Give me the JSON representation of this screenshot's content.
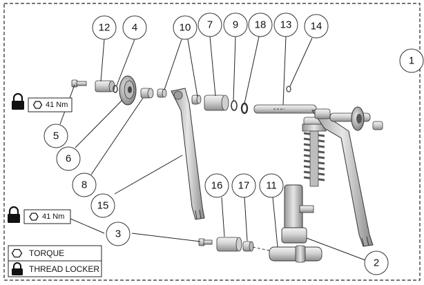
{
  "diagram": {
    "group_number": "1",
    "callouts": [
      "12",
      "4",
      "10",
      "7",
      "9",
      "18",
      "13",
      "14",
      "5",
      "6",
      "8",
      "15",
      "16",
      "17",
      "11",
      "3",
      "2"
    ],
    "torque_specs": [
      {
        "value": "41 Nm"
      },
      {
        "value": "41 Nm"
      }
    ],
    "legend": {
      "torque_label": "TORQUE",
      "thread_locker_label": "THREAD LOCKER"
    }
  }
}
